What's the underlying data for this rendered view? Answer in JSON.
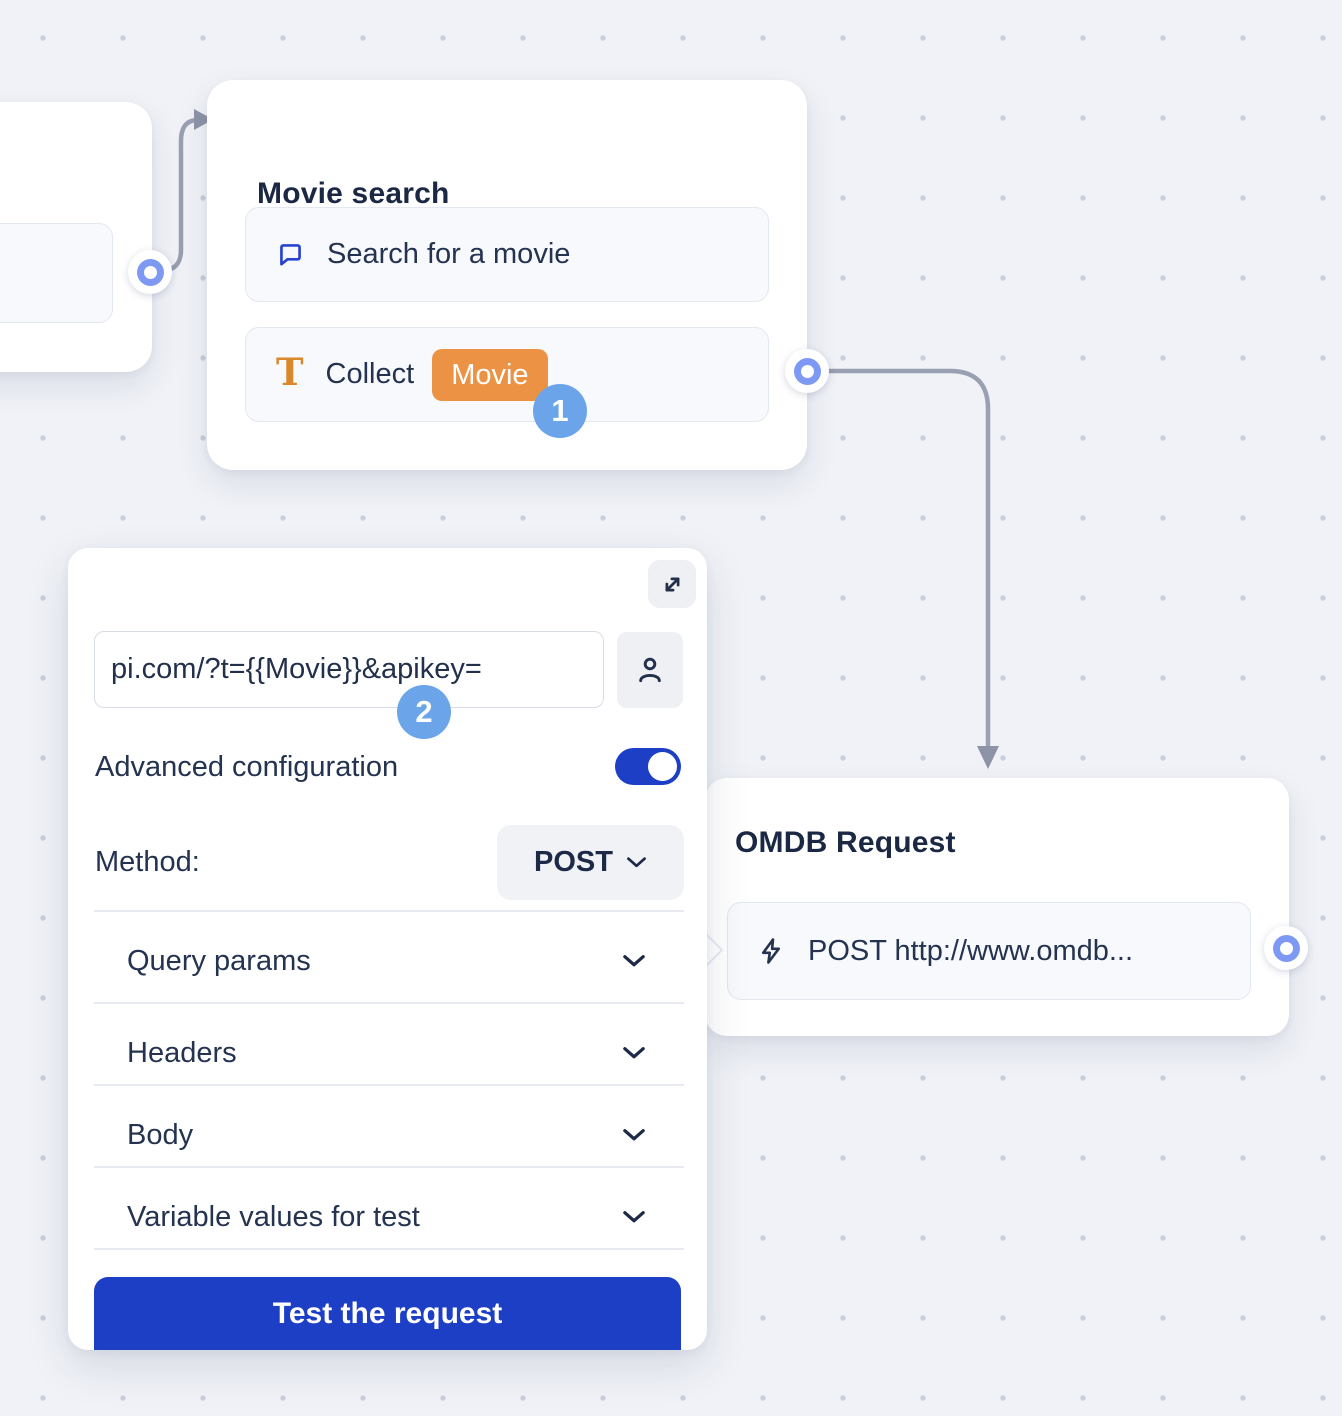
{
  "badges": {
    "step1": "1",
    "step2": "2"
  },
  "movie_search_node": {
    "title": "Movie search",
    "steps": [
      {
        "icon": "chat-bubble-icon",
        "label": "Search for a movie"
      },
      {
        "icon": "text-input-icon",
        "icon_glyph": "T",
        "label": "Collect",
        "variable": "Movie"
      }
    ]
  },
  "omdb_node": {
    "title": "OMDB Request",
    "step": {
      "icon": "lightning-icon",
      "label": "POST http://www.omdb..."
    }
  },
  "config_panel": {
    "url_input": {
      "value": "pi.com/?t={{Movie}}&apikey="
    },
    "advanced_configuration": {
      "label": "Advanced configuration",
      "enabled": true
    },
    "method": {
      "label": "Method:",
      "value": "POST"
    },
    "sections": [
      "Query params",
      "Headers",
      "Body",
      "Variable values for test"
    ],
    "test_button": "Test the request"
  },
  "colors": {
    "accent_blue": "#1d3fc6",
    "bubble_icon_blue": "#2843cf",
    "variable_orange": "#eb9245",
    "step_badge_blue": "#6ba4e9",
    "port_blue": "#7e99f3",
    "connector_gray": "#99a0b2",
    "canvas_bg": "#f0f2f7"
  }
}
